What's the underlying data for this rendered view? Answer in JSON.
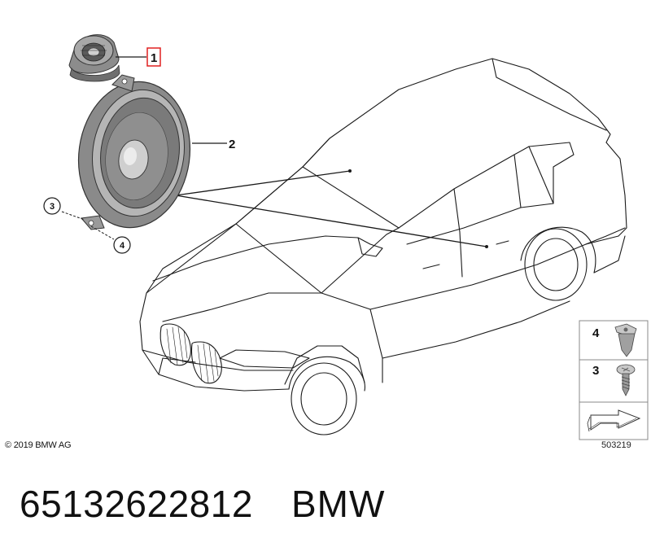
{
  "callouts": {
    "one": "1",
    "two": "2",
    "three": "3",
    "four": "4"
  },
  "legend": {
    "item_four": "4",
    "item_three": "3"
  },
  "footer": {
    "copyright": "© 2019 BMW AG",
    "drawing_number": "503219"
  },
  "caption": {
    "part_number": "65132622812",
    "brand": "BMW"
  },
  "colors": {
    "highlight_box": "#e02020",
    "line": "#1a1a1a",
    "speaker_fill": "#9a9a9a",
    "legend_bg": "#f2f2f2"
  }
}
